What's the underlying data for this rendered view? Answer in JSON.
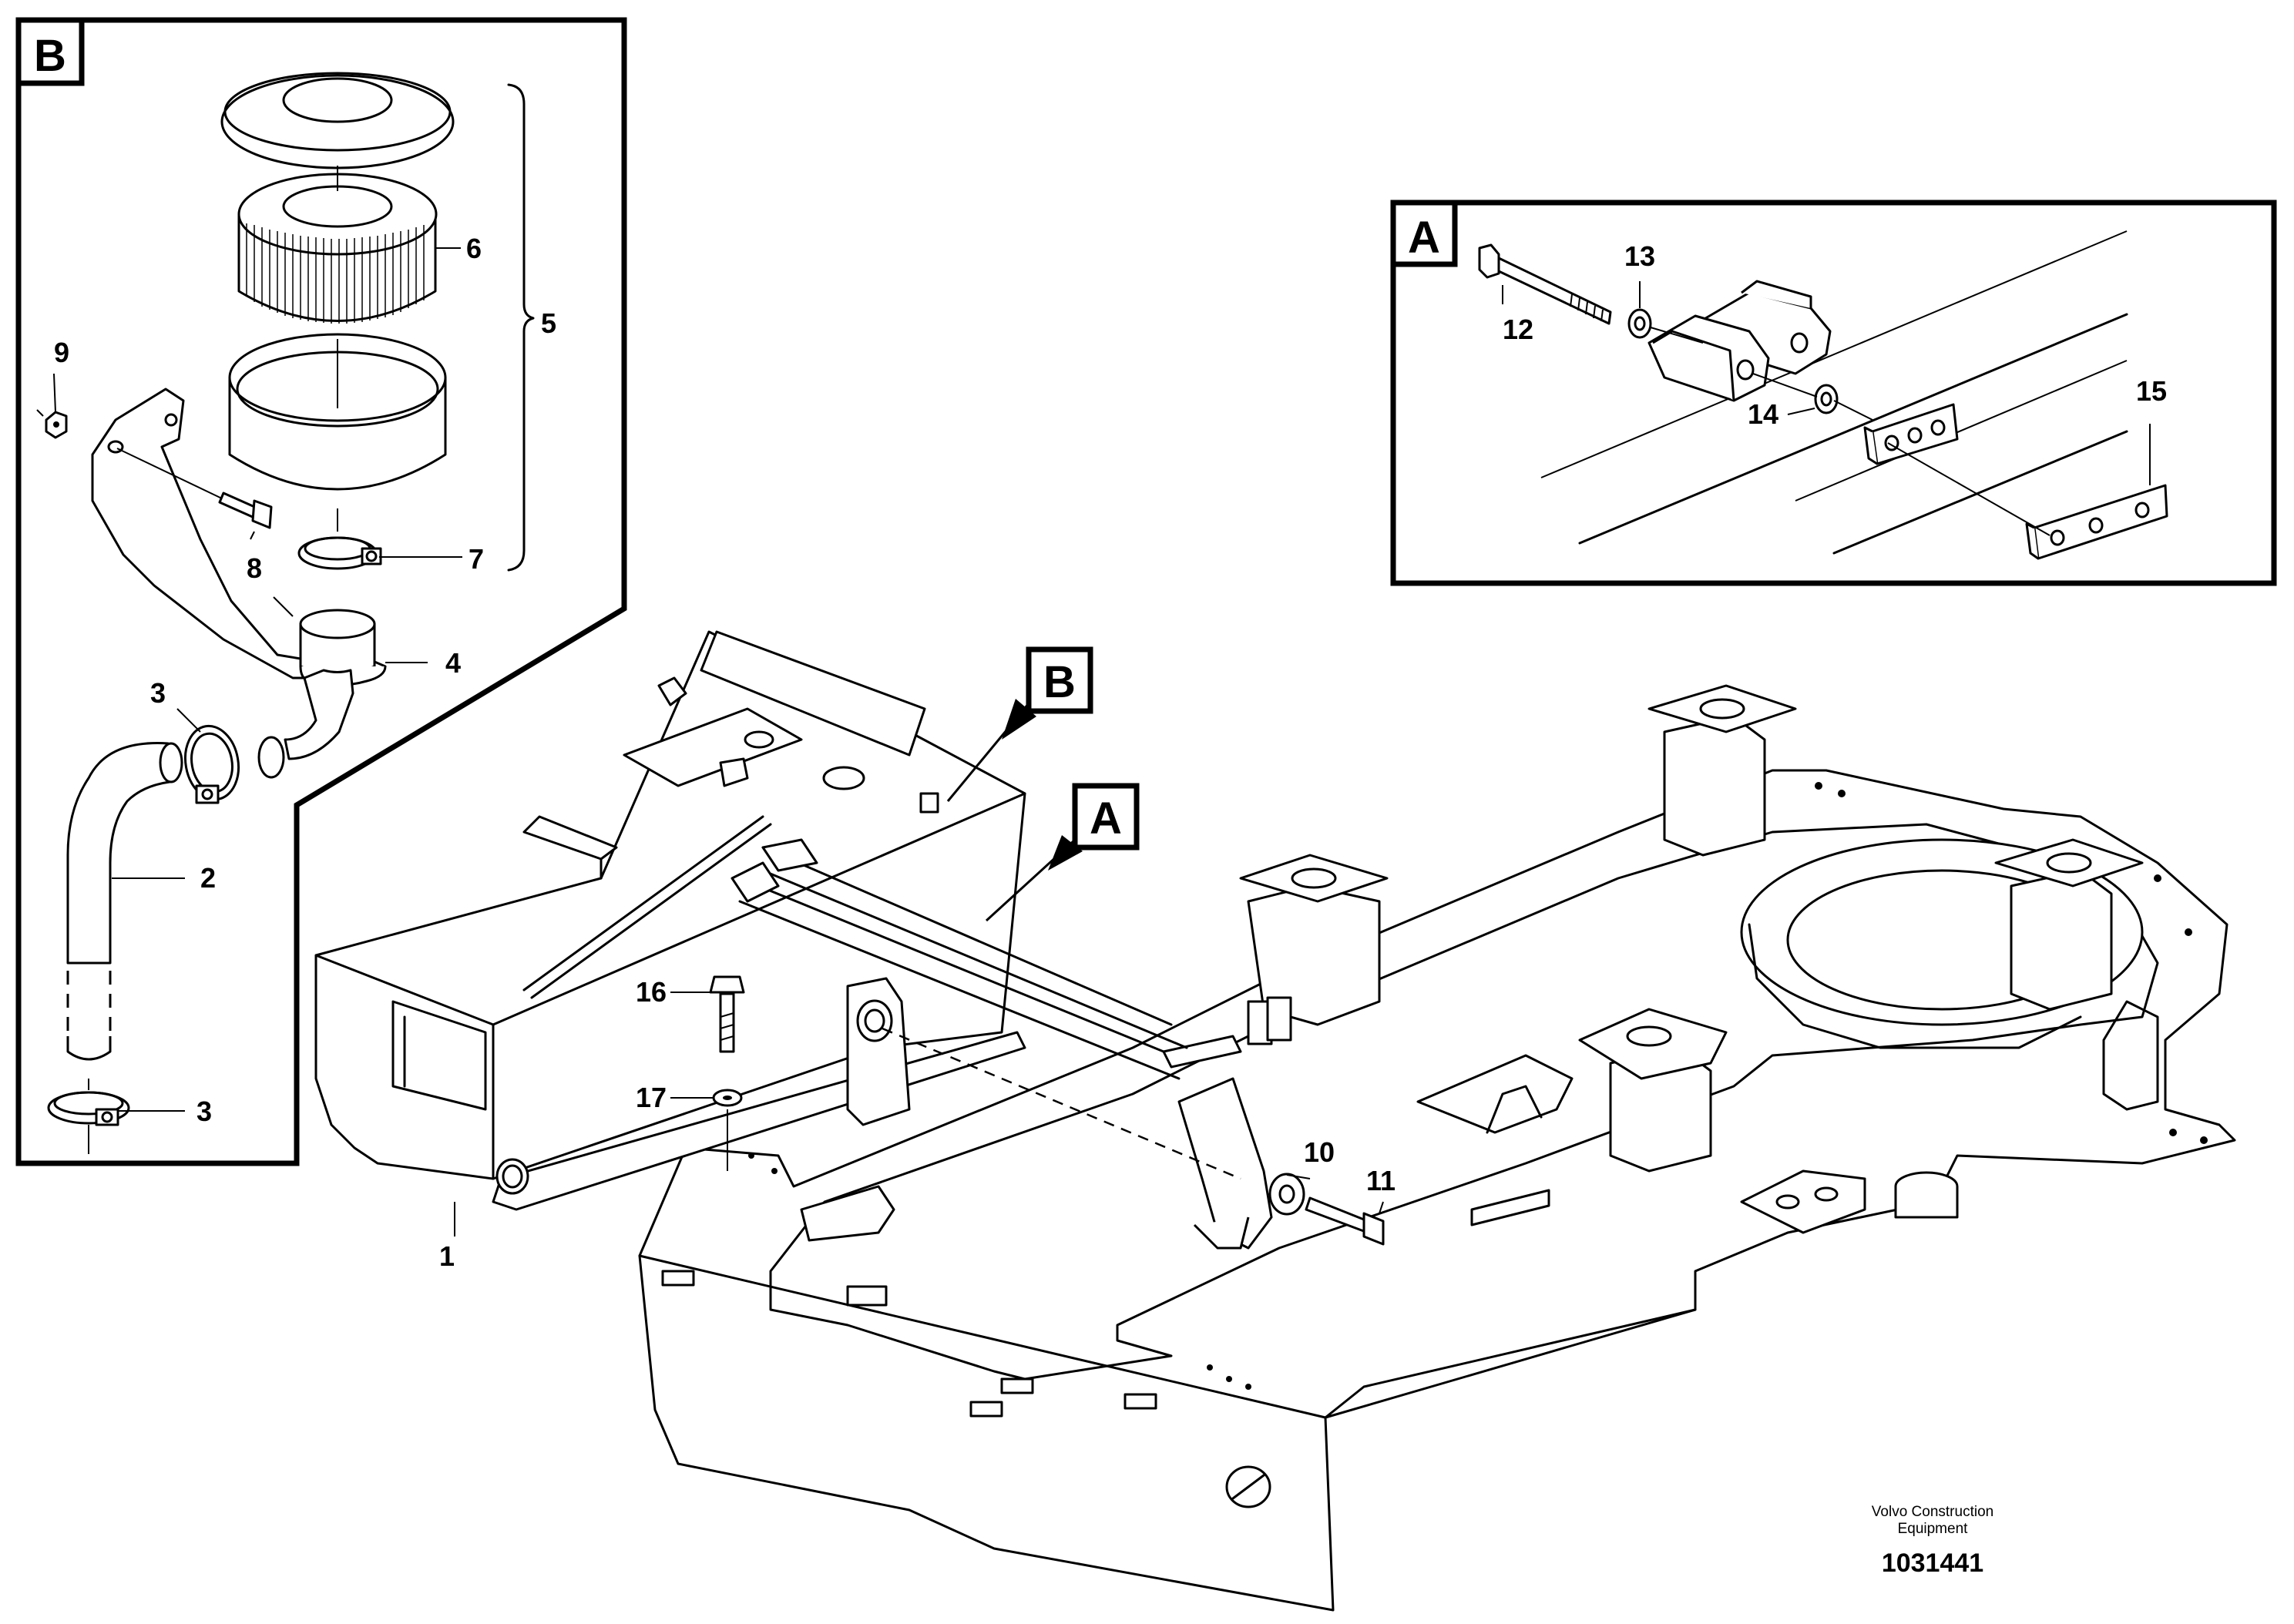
{
  "detail_tags": {
    "a": "A",
    "b": "B"
  },
  "callouts": {
    "c1": "1",
    "c2": "2",
    "c3a": "3",
    "c3b": "3",
    "c4": "4",
    "c5": "5",
    "c6": "6",
    "c7": "7",
    "c8": "8",
    "c9": "9",
    "c10": "10",
    "c11": "11",
    "c12": "12",
    "c13": "13",
    "c14": "14",
    "c15": "15",
    "c16": "16",
    "c17": "17"
  },
  "credit": {
    "line1": "Volvo Construction",
    "line2": "Equipment"
  },
  "document_number": "1031441"
}
